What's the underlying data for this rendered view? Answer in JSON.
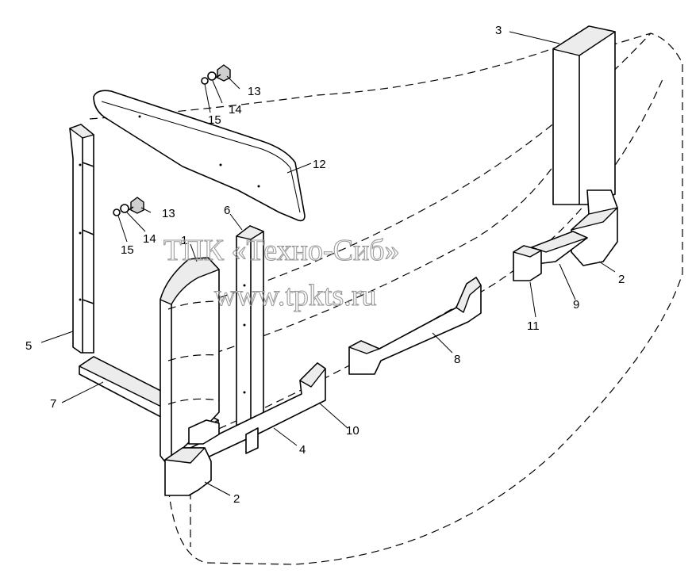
{
  "watermark": {
    "line1": "ТПК «Техно-Сиб»",
    "line2": "www.tpkts.ru"
  },
  "callouts": {
    "c1": "1",
    "c2a": "2",
    "c2b": "2",
    "c3": "3",
    "c4": "4",
    "c5": "5",
    "c6": "6",
    "c7": "7",
    "c8": "8",
    "c9": "9",
    "c10": "10",
    "c11": "11",
    "c12": "12",
    "c13a": "13",
    "c13b": "13",
    "c14a": "14",
    "c14b": "14",
    "c15a": "15",
    "c15b": "15"
  }
}
